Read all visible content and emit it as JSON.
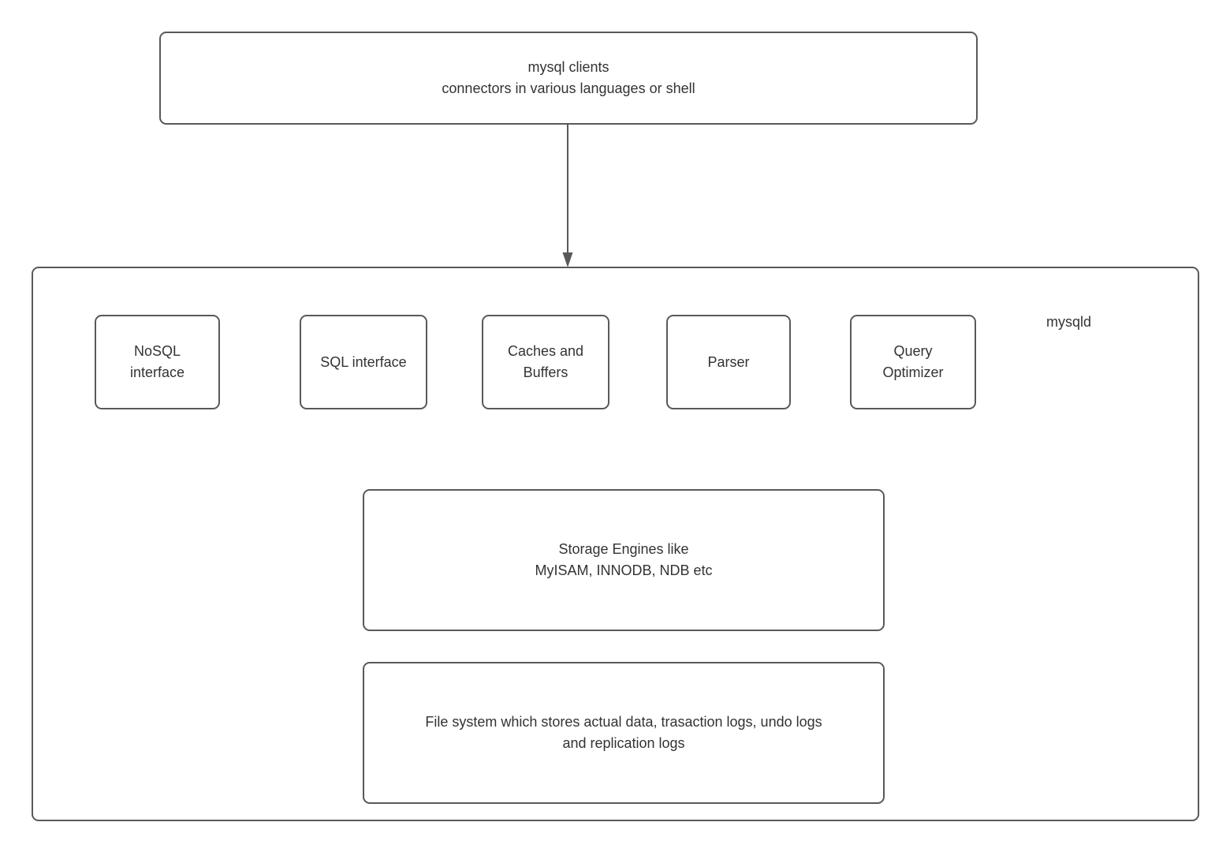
{
  "colors": {
    "background": "#ffffff",
    "border": "#595959",
    "text": "#333333",
    "arrow": "#595959"
  },
  "icons": {
    "flow_arrow": "arrow-down"
  },
  "clients_box": {
    "line1": "mysql clients",
    "line2": "connectors in various languages or shell"
  },
  "daemon_label": "mysqld",
  "modules": [
    {
      "line1": "NoSQL",
      "line2": "interface"
    },
    {
      "line1": "SQL interface",
      "line2": ""
    },
    {
      "line1": "Caches and",
      "line2": "Buffers"
    },
    {
      "line1": "Parser",
      "line2": ""
    },
    {
      "line1": "Query",
      "line2": "Optimizer"
    }
  ],
  "storage_box": {
    "line1": "Storage Engines like",
    "line2": "MyISAM, INNODB, NDB etc"
  },
  "filesystem_box": {
    "line1": "File system which stores actual data, trasaction logs, undo logs",
    "line2": "and replication logs"
  }
}
